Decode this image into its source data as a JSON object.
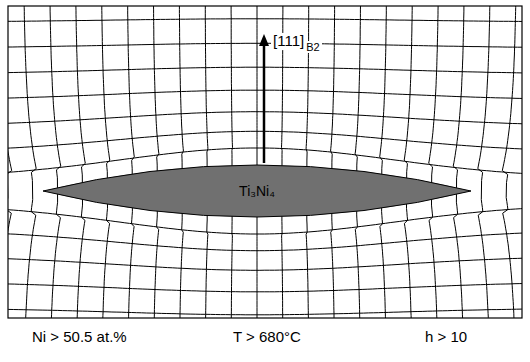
{
  "diagram": {
    "nodes": [
      {
        "text": [
          "Ti₃Ni₄"
        ]
      }
    ],
    "labels": [
      "[111]",
      "B2",
      "Ni > 50.5 at.%",
      "T > 680°C",
      "h > 10"
    ]
  }
}
